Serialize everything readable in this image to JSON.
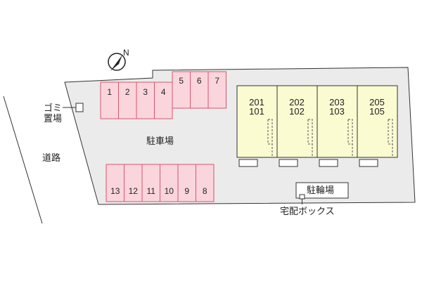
{
  "compass": {
    "direction": "N"
  },
  "labels": {
    "garbage_line1": "ゴミ",
    "garbage_line2": "置場",
    "road": "道路",
    "parking_lot": "駐車場",
    "bicycle_parking": "駐輪場",
    "delivery_box": "宅配ボックス"
  },
  "parking": {
    "row_top_left": [
      "1",
      "2",
      "3",
      "4"
    ],
    "row_top_right": [
      "5",
      "6",
      "7"
    ],
    "row_bottom": [
      "13",
      "12",
      "11",
      "10",
      "9",
      "8"
    ]
  },
  "units": [
    {
      "upper": "201",
      "lower": "101"
    },
    {
      "upper": "202",
      "lower": "102"
    },
    {
      "upper": "203",
      "lower": "103"
    },
    {
      "upper": "205",
      "lower": "105"
    }
  ],
  "colors": {
    "parking_fill": "#fbd5dc",
    "parking_stroke": "#d65570",
    "lot_fill": "#ebebeb",
    "building_fill": "#fbfbd2",
    "outline": "#333333"
  }
}
